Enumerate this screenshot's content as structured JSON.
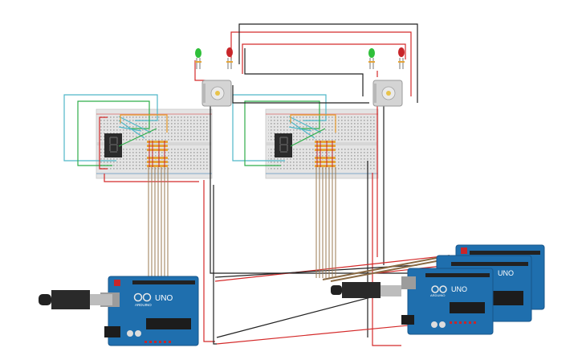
{
  "canvas": {
    "background": "#ffffff"
  },
  "arduino": {
    "model_label": "UNO",
    "brand_label": "ARDUINO"
  },
  "colors": {
    "board_blue": "#1f6fae",
    "board_dark": "#17558a",
    "breadboard": "#e4e4e4",
    "wire_red": "#d42a2a",
    "wire_black": "#222222",
    "wire_green": "#2fae4a",
    "wire_cyan": "#4fb8c8",
    "wire_orange": "#e89a2a",
    "wire_brown": "#9a7a52",
    "led_green": "#2fbf3a",
    "led_red": "#c8262a",
    "segment": "#2b2b2b"
  },
  "components": [
    {
      "type": "breadboard",
      "count": 2
    },
    {
      "type": "seven-segment-display",
      "count": 2
    },
    {
      "type": "dc-motor",
      "count": 2
    },
    {
      "type": "led-green",
      "count": 2
    },
    {
      "type": "led-red",
      "count": 2
    },
    {
      "type": "arduino-uno",
      "count": 4
    },
    {
      "type": "usb-cable",
      "count": 2
    }
  ]
}
